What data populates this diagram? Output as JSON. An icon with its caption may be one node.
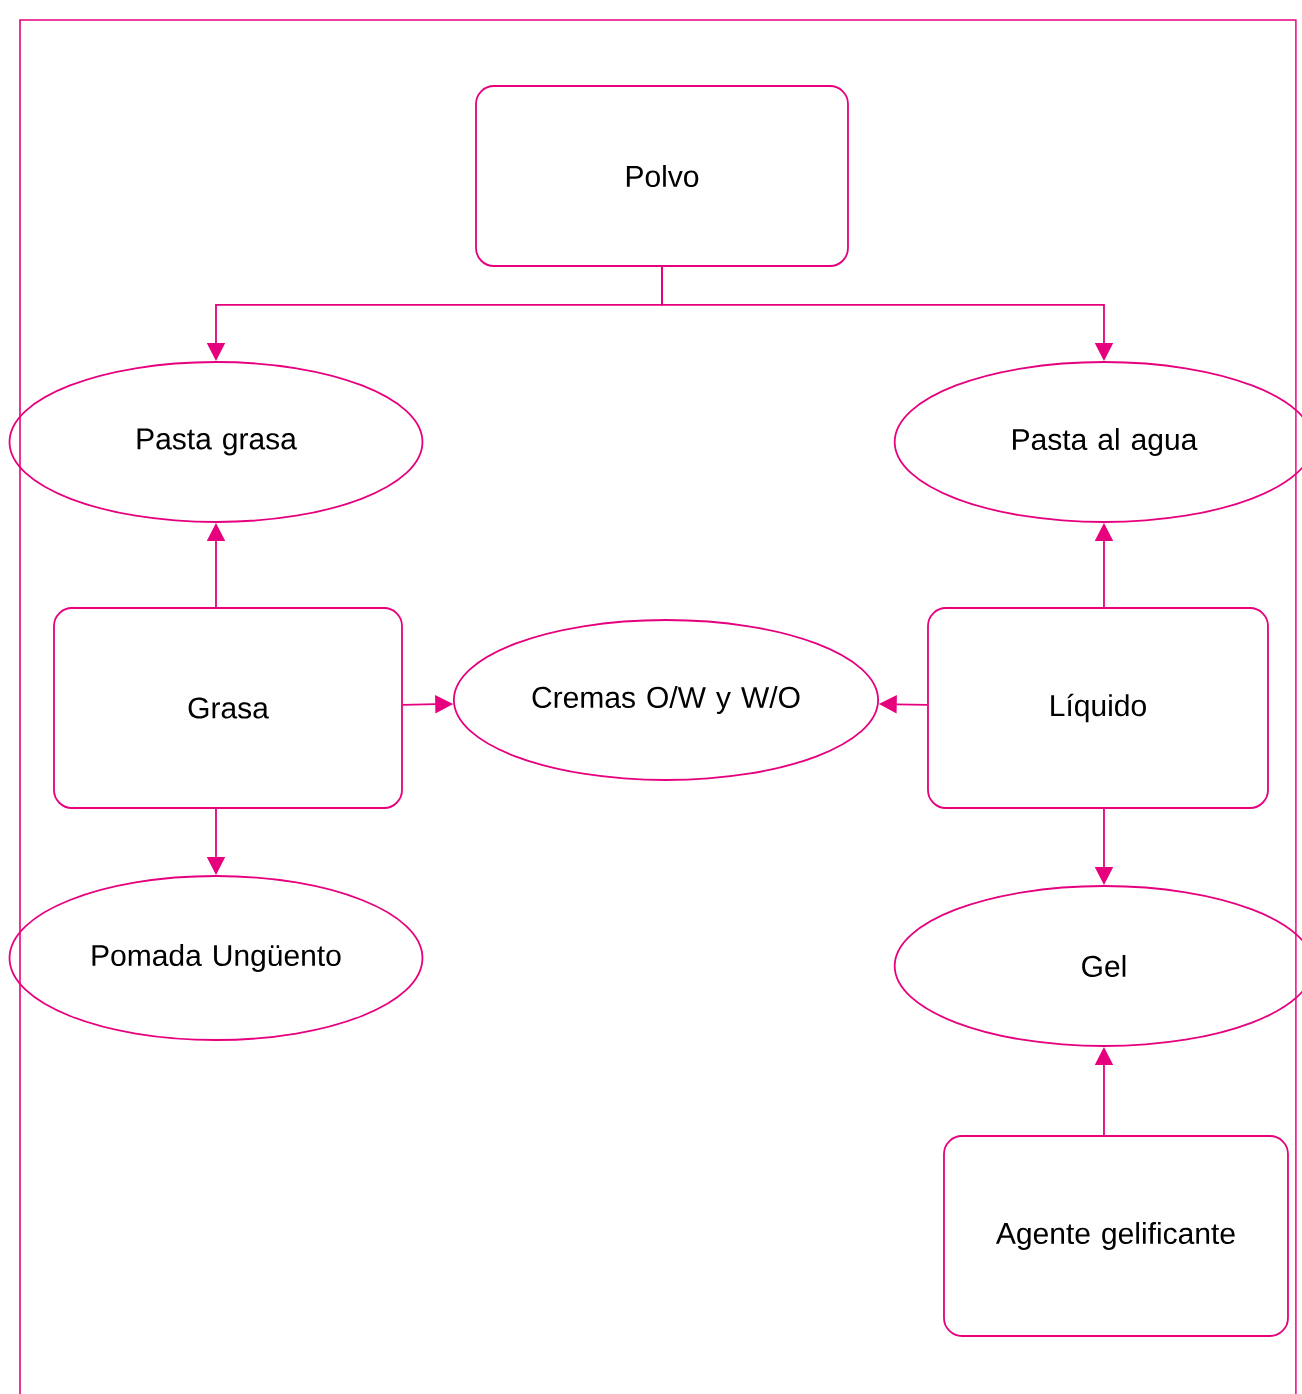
{
  "diagram": {
    "nodes": [
      {
        "text": [
          "Polvo"
        ]
      },
      {
        "text": [
          "Pasta grasa"
        ]
      },
      {
        "text": [
          "Pasta al agua"
        ]
      },
      {
        "text": [
          "Grasa"
        ]
      },
      {
        "text": [
          "Cremas O/W y W/O"
        ]
      },
      {
        "text": [
          "Líquido"
        ]
      },
      {
        "text": [
          "Pomada Ungüento"
        ]
      },
      {
        "text": [
          "Gel"
        ]
      },
      {
        "text": [
          "Agente gelificante"
        ]
      }
    ],
    "edges": [
      {
        "from": 0,
        "to": 1,
        "arrow": "to"
      },
      {
        "from": 0,
        "to": 2,
        "arrow": "to"
      },
      {
        "from": 3,
        "to": 1,
        "arrow": "to"
      },
      {
        "from": 3,
        "to": 4,
        "arrow": "to"
      },
      {
        "from": 3,
        "to": 6,
        "arrow": "to"
      },
      {
        "from": 5,
        "to": 4,
        "arrow": "to"
      },
      {
        "from": 5,
        "to": 2,
        "arrow": "to"
      },
      {
        "from": 5,
        "to": 7,
        "arrow": "to"
      },
      {
        "from": 8,
        "to": 7,
        "arrow": "to"
      }
    ]
  }
}
